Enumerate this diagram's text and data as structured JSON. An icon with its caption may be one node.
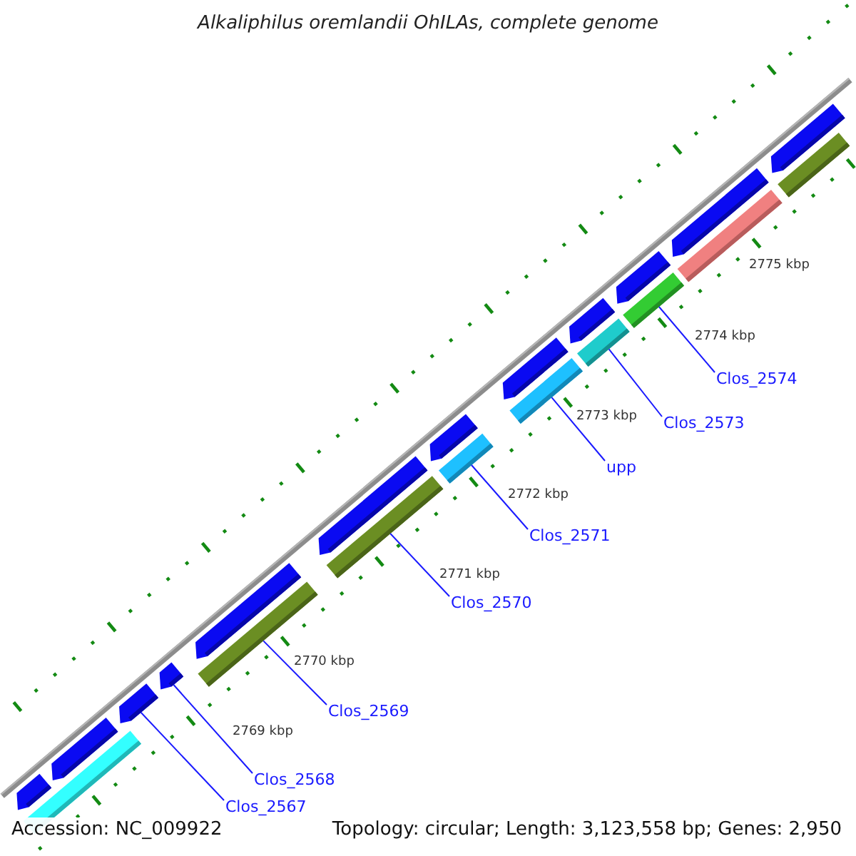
{
  "diagram": {
    "title": "Alkaliphilus oremlandii OhILAs, complete genome",
    "nodes": [
      {
        "text": [],
        "shape": "arrow"
      },
      {
        "text": [],
        "shape": "arrow"
      },
      {
        "text": [],
        "shape": "arrow"
      },
      {
        "text": [],
        "shape": "arrow"
      },
      {
        "text": [],
        "shape": "arrow"
      },
      {
        "text": [],
        "shape": "arrow"
      },
      {
        "text": [],
        "shape": "arrow"
      },
      {
        "text": [],
        "shape": "arrow"
      },
      {
        "text": [],
        "shape": "arrow"
      },
      {
        "text": [],
        "shape": "arrow"
      },
      {
        "text": [],
        "shape": "arrow"
      },
      {
        "text": [],
        "shape": "arrow"
      },
      {
        "text": [],
        "shape": "bar"
      },
      {
        "text": [],
        "shape": "bar"
      },
      {
        "text": [],
        "shape": "bar"
      },
      {
        "text": [],
        "shape": "bar"
      },
      {
        "text": [],
        "shape": "bar"
      },
      {
        "text": [],
        "shape": "bar"
      },
      {
        "text": [],
        "shape": "bar"
      },
      {
        "text": [],
        "shape": "bar"
      },
      {
        "text": [],
        "shape": "bar"
      },
      {
        "text": [
          "Clos_2574"
        ]
      },
      {
        "text": [
          "Clos_2573"
        ]
      },
      {
        "text": [
          "upp"
        ]
      },
      {
        "text": [
          "Clos_2571"
        ]
      },
      {
        "text": [
          "Clos_2570"
        ]
      },
      {
        "text": [
          "Clos_2569"
        ]
      },
      {
        "text": [
          "Clos_2568"
        ]
      },
      {
        "text": [
          "Clos_2567"
        ]
      }
    ],
    "edges": [
      {
        "from": 21,
        "to": 18,
        "arrow": "none"
      },
      {
        "from": 22,
        "to": 17,
        "arrow": "none"
      },
      {
        "from": 23,
        "to": 16,
        "arrow": "none"
      },
      {
        "from": 24,
        "to": 15,
        "arrow": "none"
      },
      {
        "from": 25,
        "to": 14,
        "arrow": "none"
      },
      {
        "from": 26,
        "to": 13,
        "arrow": "none"
      },
      {
        "from": 27,
        "to": 3,
        "arrow": "none"
      },
      {
        "from": 28,
        "to": 2,
        "arrow": "none"
      }
    ],
    "labels": [
      "2775 kbp",
      "2774 kbp",
      "2773 kbp",
      "2772 kbp",
      "2771 kbp",
      "2770 kbp",
      "2769 kbp",
      "Accession: NC_009922",
      "Topology: circular; Length: 3,123,558 bp; Genes: 2,950"
    ]
  }
}
